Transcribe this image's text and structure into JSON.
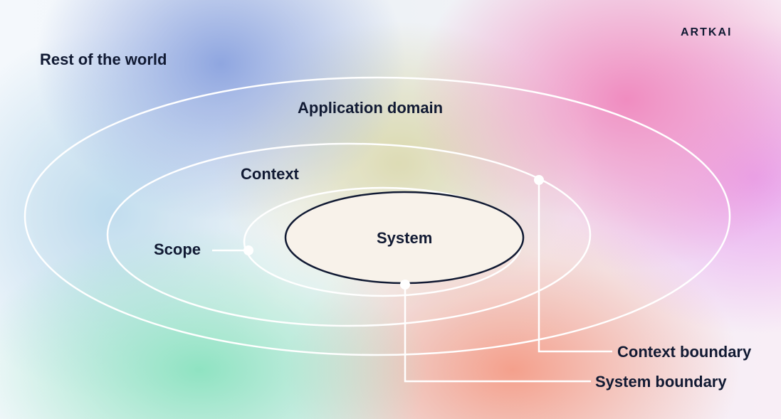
{
  "brand": "ARTKAI",
  "labels": {
    "rest_of_world": "Rest of the world",
    "application_domain": "Application domain",
    "context": "Context",
    "scope": "Scope",
    "system": "System",
    "context_boundary": "Context boundary",
    "system_boundary": "System boundary"
  },
  "colors": {
    "text": "#111a33",
    "ring": "#ffffff",
    "system_border": "#111a33"
  }
}
